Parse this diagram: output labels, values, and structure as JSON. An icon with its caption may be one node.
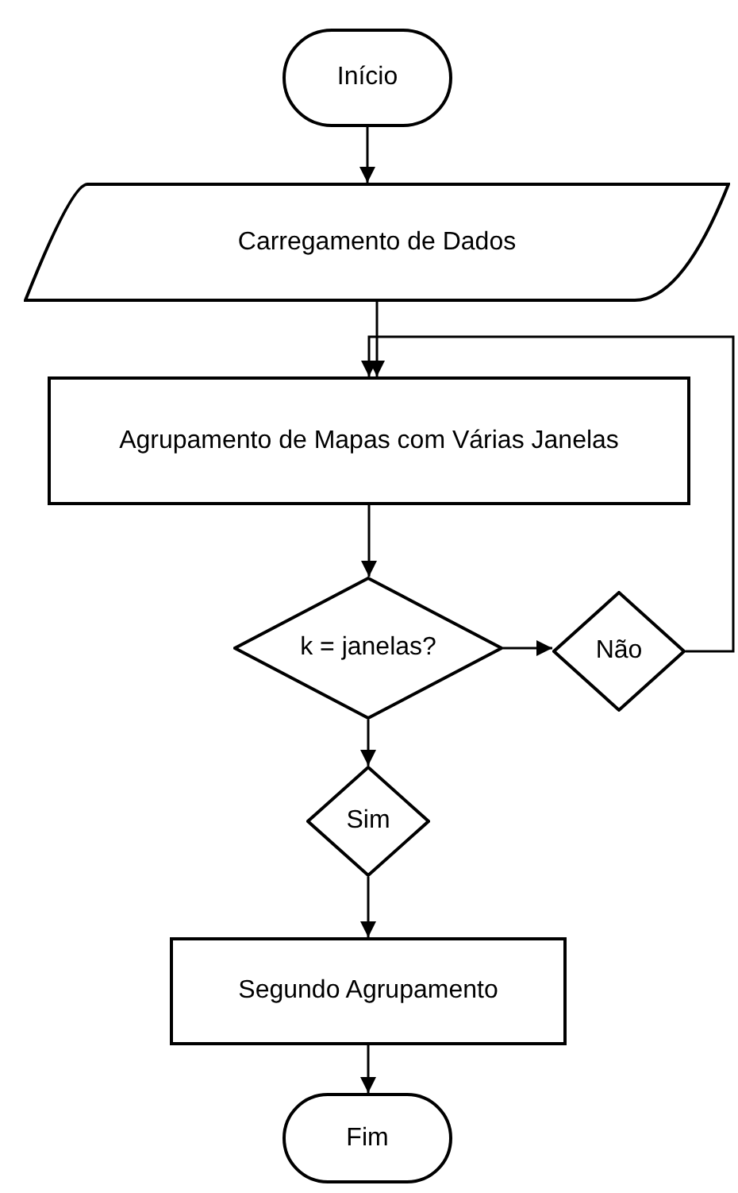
{
  "diagram": {
    "nodes": [
      {
        "text": [
          "Início"
        ]
      },
      {
        "text": [
          "Carregamento de Dados"
        ]
      },
      {
        "text": [
          "Agrupamento de Mapas com Várias Janelas"
        ]
      },
      {
        "text": [
          "k = janelas?"
        ]
      },
      {
        "text": [
          "Não"
        ]
      },
      {
        "text": [
          "Sim"
        ]
      },
      {
        "text": [
          "Segundo Agrupamento"
        ]
      },
      {
        "text": [
          "Fim"
        ]
      }
    ],
    "edges": [
      {
        "from": 0,
        "to": 1,
        "arrow": "to"
      },
      {
        "from": 1,
        "to": 2,
        "arrow": "to"
      },
      {
        "from": 2,
        "to": 3,
        "arrow": "to"
      },
      {
        "from": 3,
        "to": 4,
        "arrow": "to"
      },
      {
        "from": 3,
        "to": 5,
        "arrow": "to"
      },
      {
        "from": 5,
        "to": 6,
        "arrow": "to"
      },
      {
        "from": 6,
        "to": 7,
        "arrow": "to"
      },
      {
        "from": 4,
        "to": 2,
        "arrow": "to"
      }
    ]
  }
}
